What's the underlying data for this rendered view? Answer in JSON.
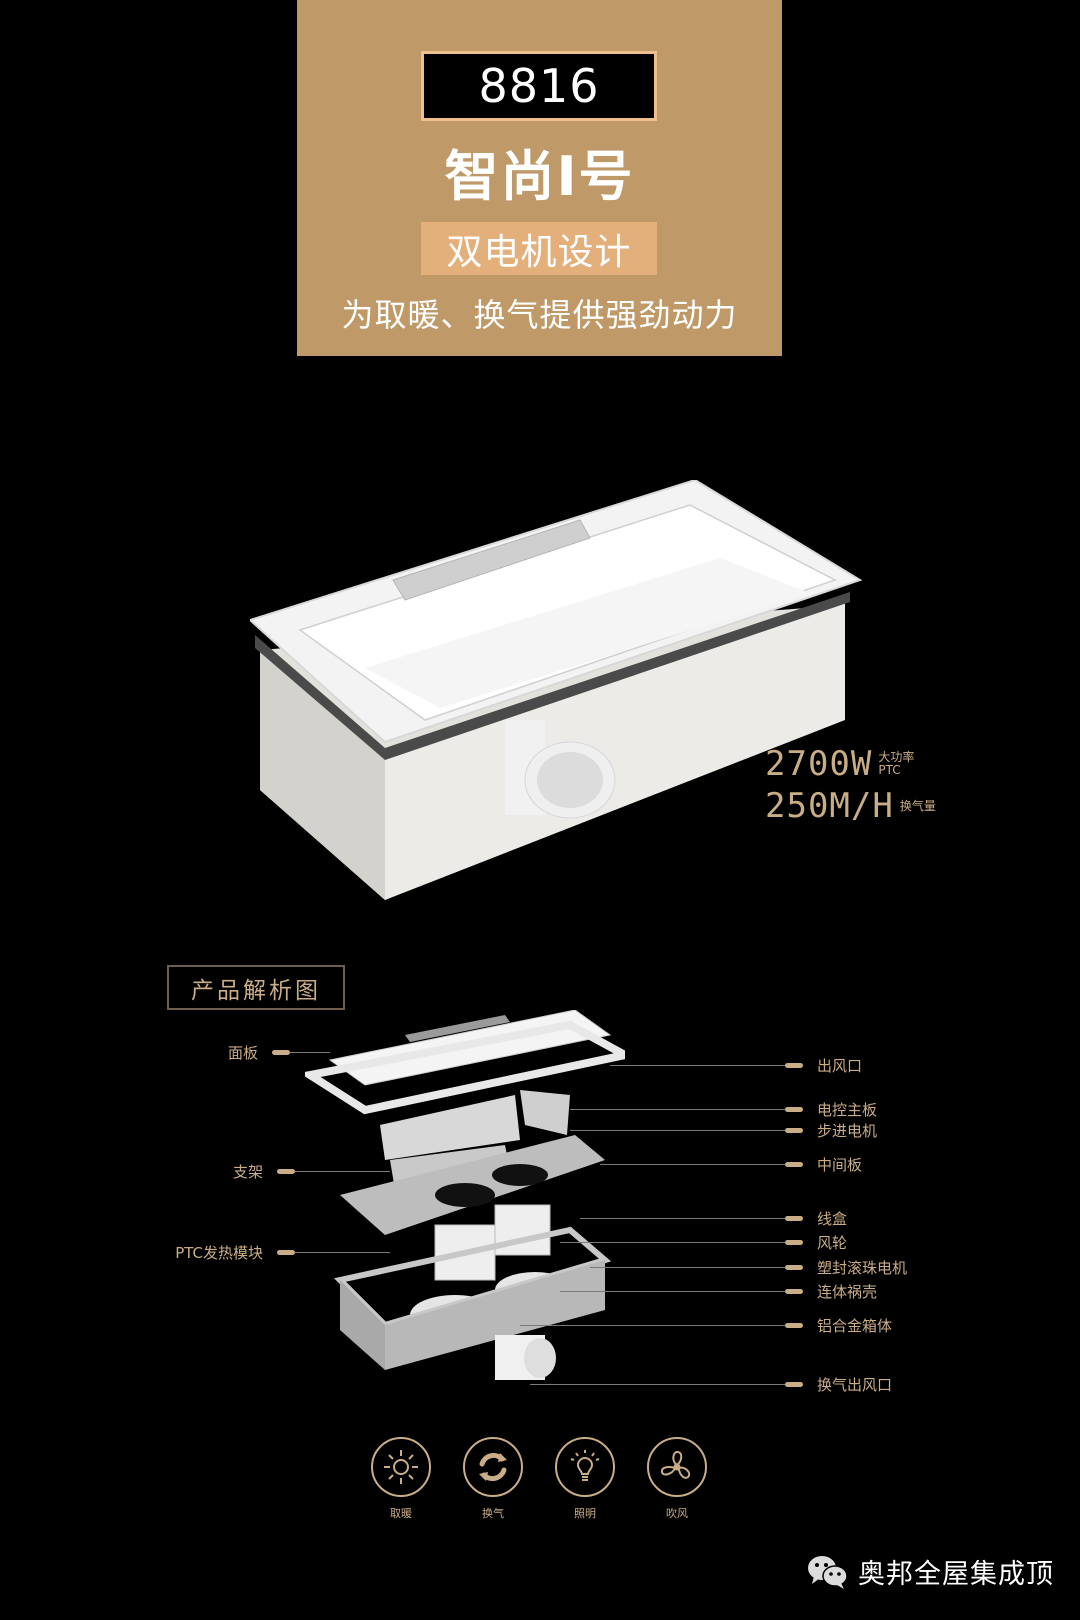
{
  "header": {
    "model_number": "8816",
    "series_name": "智尚I号",
    "feature_badge": "双电机设计",
    "tagline": "为取暖、换气提供强劲动力"
  },
  "specs": [
    {
      "value": "2700W",
      "label_line1": "大功率",
      "label_line2": "PTC"
    },
    {
      "value": "250M/H",
      "label_line1": "换气量",
      "label_line2": ""
    }
  ],
  "section": {
    "title": "产品解析图"
  },
  "callouts_left": [
    {
      "label": "面板"
    },
    {
      "label": "支架"
    },
    {
      "label": "PTC发热模块"
    }
  ],
  "callouts_right": [
    {
      "label": "出风口"
    },
    {
      "label": "电控主板"
    },
    {
      "label": "步进电机"
    },
    {
      "label": "中间板"
    },
    {
      "label": "线盒"
    },
    {
      "label": "风轮"
    },
    {
      "label": "塑封滚珠电机"
    },
    {
      "label": "连体祸壳"
    },
    {
      "label": "铝合金箱体"
    },
    {
      "label": "换气出风口"
    }
  ],
  "features": [
    {
      "label": "取暖",
      "icon": "sun-icon"
    },
    {
      "label": "换气",
      "icon": "refresh-icon"
    },
    {
      "label": "照明",
      "icon": "bulb-icon"
    },
    {
      "label": "吹风",
      "icon": "fan-icon"
    }
  ],
  "footer": {
    "brand_name": "奥邦全屋集成顶",
    "icon": "wechat-icon"
  },
  "colors": {
    "background": "#000000",
    "header_card": "#bf9968",
    "badge": "#e3b07c",
    "accent_gold": "#c9ad86",
    "model_border": "#f0c08c"
  }
}
